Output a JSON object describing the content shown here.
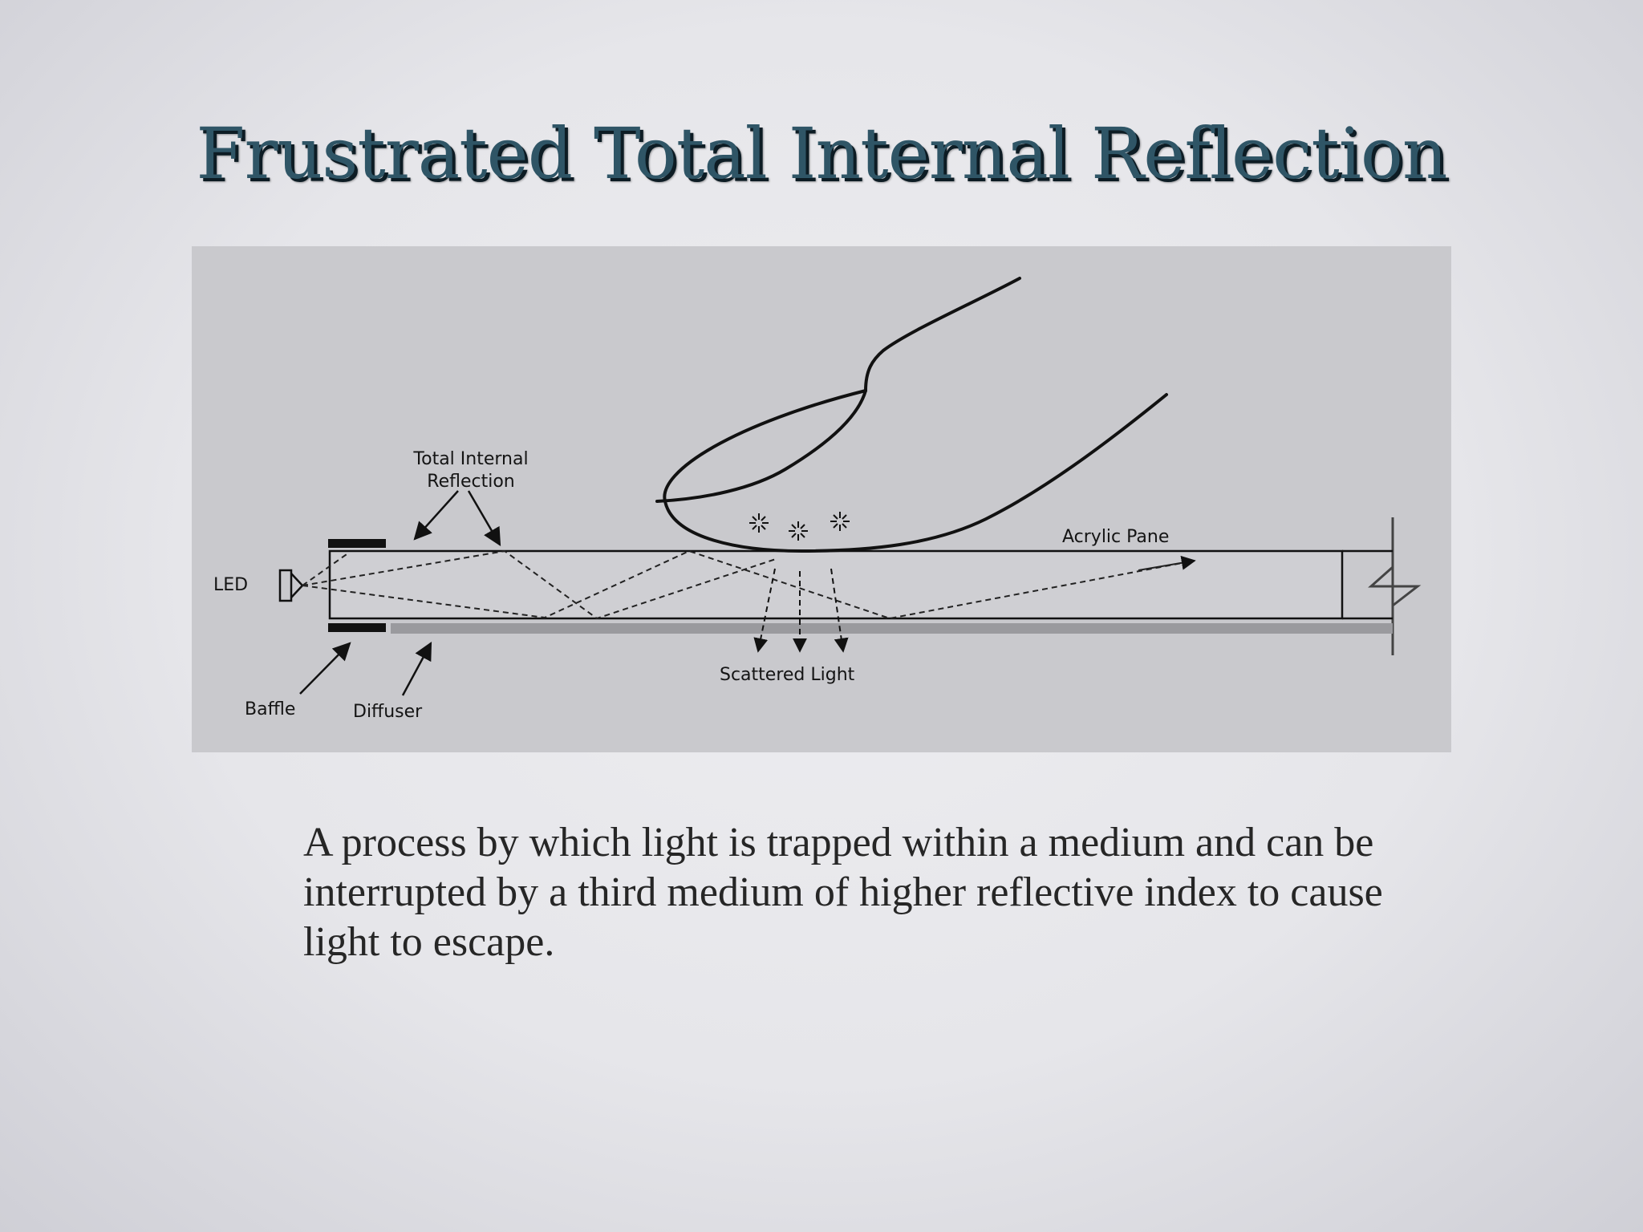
{
  "slide": {
    "title": "Frustrated Total Internal Reflection",
    "description": "A process by which light is trapped within a medium and can be interrupted by a third medium of higher reflective index to cause light to escape."
  },
  "diagram": {
    "labels": {
      "tir_line1": "Total Internal",
      "tir_line2": "Reflection",
      "led": "LED",
      "acrylic_pane": "Acrylic Pane",
      "scattered_light": "Scattered Light",
      "baffle": "Baffle",
      "diffuser": "Diffuser"
    },
    "colors": {
      "background": "#c9c9cd",
      "lines": "#111111",
      "diffuser": "#9a9a9e",
      "title": "#2f5566"
    }
  }
}
